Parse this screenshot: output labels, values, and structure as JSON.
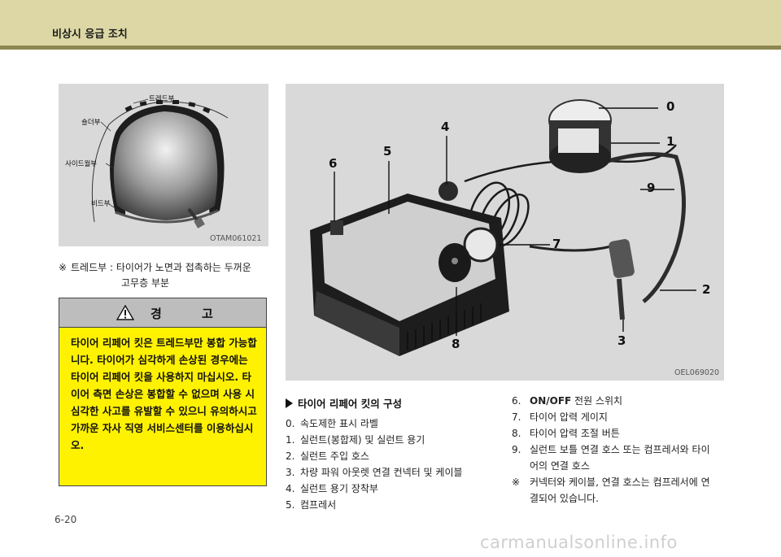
{
  "header": {
    "title": "비상시 응급 조치"
  },
  "tire_figure": {
    "labels": {
      "tread": "트레드부",
      "shoulder": "숄더부",
      "sidewall": "사이드월부",
      "bead": "비드부"
    },
    "code": "OTAM061021"
  },
  "tread_note": {
    "symbol": "※",
    "line1": "트레드부 : 타이어가 노면과 접촉하는 두꺼운",
    "line2": "고무층 부분"
  },
  "warning": {
    "title": "경 고",
    "body": "타이어 리페어 킷은 트레드부만 봉합 가능합니다. 타이어가 심각하게 손상된 경우에는 타이어 리페어 킷을 사용하지 마십시오. 타이어 측면 손상은 봉합할 수 없으며 사용 시 심각한 사고를 유발할 수 있으니 유의하시고 가까운 자사 직영 서비스센터를 이용하십시오."
  },
  "kit_figure": {
    "callouts": [
      "0",
      "1",
      "2",
      "3",
      "4",
      "5",
      "6",
      "7",
      "8",
      "9"
    ],
    "code": "OEL069020"
  },
  "section": {
    "title": "타이어 리페어 킷의 구성",
    "items_left": [
      {
        "num": "0.",
        "text": "속도제한 표시 라벨"
      },
      {
        "num": "1.",
        "text": "실런트(봉합제) 및 실런트 용기"
      },
      {
        "num": "2.",
        "text": "실런트 주입 호스"
      },
      {
        "num": "3.",
        "text": "차량 파워 아웃렛 연결 컨넥터 및 케이블"
      },
      {
        "num": "4.",
        "text": "실런트 용기 장착부"
      },
      {
        "num": "5.",
        "text": "컴프레서"
      }
    ],
    "items_right": [
      {
        "num": "6.",
        "bold": "ON/OFF",
        "text": " 전원 스위치"
      },
      {
        "num": "7.",
        "text": "타이어 압력 게이지"
      },
      {
        "num": "8.",
        "text": "타이어 압력 조절 버튼"
      },
      {
        "num": "9.",
        "text": "실런트 보틀 연결 호스 또는 컴프레서와 타이",
        "cont": "어의 연결 호스"
      },
      {
        "num": "※",
        "text": "커넥터와 케이블, 연결 호스는 컴프레서에 연",
        "cont": "결되어 있습니다."
      }
    ]
  },
  "page_number": "6-20",
  "watermark": "carmanualsonline.info"
}
